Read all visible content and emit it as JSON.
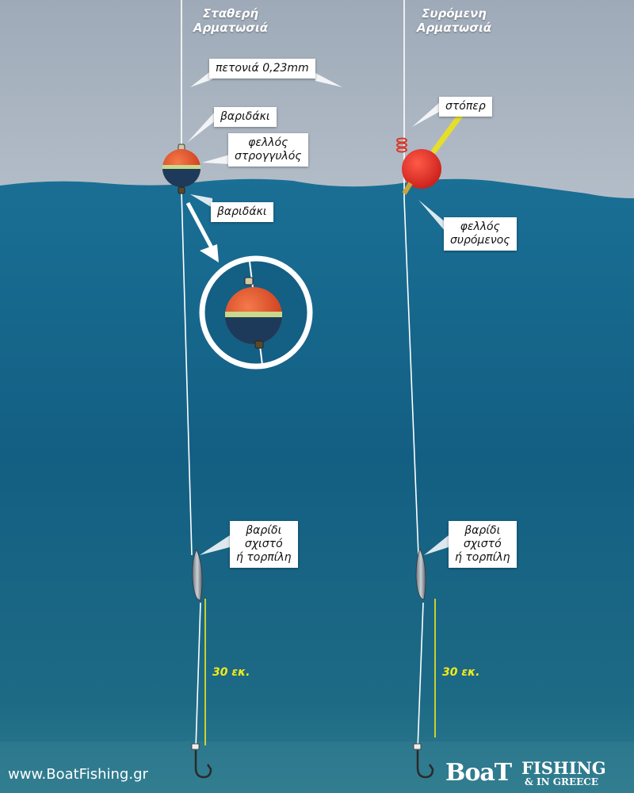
{
  "rigs": {
    "fixed": {
      "title": "Σταθερή\nΑρματωσιά"
    },
    "sliding": {
      "title": "Συρόμενη\nΑρματωσιά"
    }
  },
  "callouts": {
    "line": "πετονιά 0,23mm",
    "weight_top": "βαριδάκι",
    "round_float": "φελλός\nστρογγυλός",
    "weight_bottom": "βαριδάκι",
    "stopper": "στόπερ",
    "sliding_float": "φελλός\nσυρόμενος",
    "sinker_left": "βαρίδι\nσχιστό\nή τορπίλη",
    "sinker_right": "βαρίδι\nσχιστό\nή τορπίλη"
  },
  "measure": {
    "left": "30 εκ.",
    "right": "30 εκ."
  },
  "footer": {
    "website": "www.BoatFishing.gr",
    "logo_main": "BoaT",
    "logo_fishing": "FISHING",
    "logo_greece": "& IN GREECE"
  },
  "colors": {
    "sky": "#a9b4c0",
    "sea_top": "#1a6e93",
    "sea_bottom": "#1f6c87",
    "float_orange": "#e2502a",
    "float_navy": "#1e3a5a",
    "float_band": "#c9d88a",
    "sliding_float_red": "#e8302a",
    "stopper": "#d93a2a",
    "yellow": "#f2ea1a",
    "line": "#ffffff"
  }
}
